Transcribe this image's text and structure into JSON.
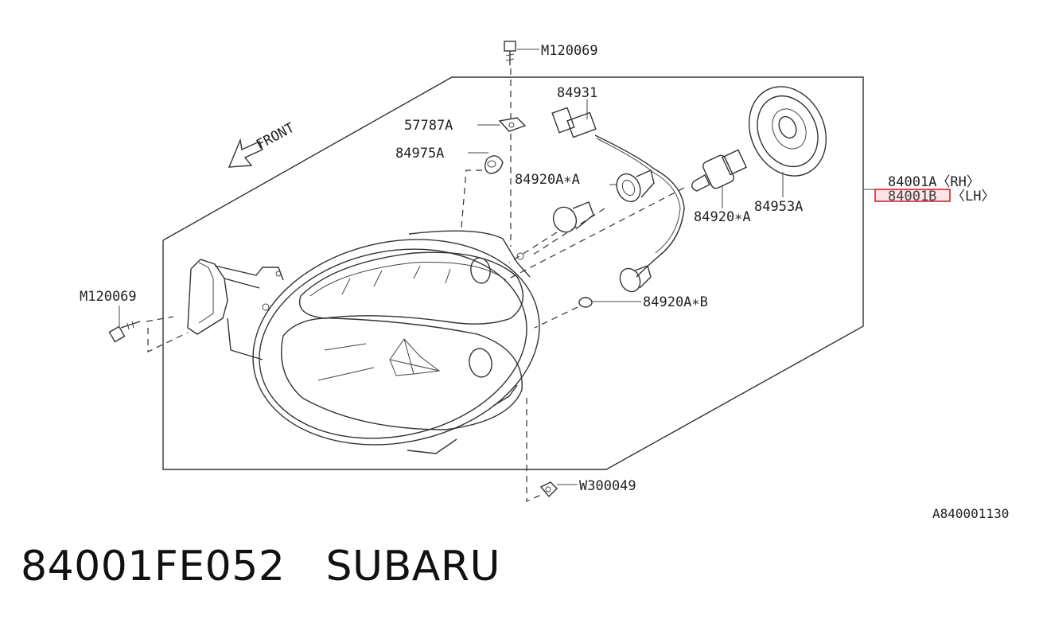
{
  "diagram": {
    "front_label": "FRONT",
    "callouts": {
      "bolt_top": "M120069",
      "bolt_left": "M120069",
      "bracket": "57787A",
      "connector": "84931",
      "grommet": "84975A",
      "bulb_a_left": "84920A∗A",
      "bulb_a_right": "84920∗A",
      "cap": "84953A",
      "bulb_b": "84920A∗B",
      "nut": "W300049",
      "assy_rh": "84001A〈RH〉",
      "assy_lh_code": "84001B",
      "assy_lh_side": "〈LH〉"
    },
    "highlight_color": "#d9232e",
    "figure_code": "A840001130"
  },
  "caption": {
    "part_number": "84001FE052",
    "brand": "SUBARU"
  }
}
